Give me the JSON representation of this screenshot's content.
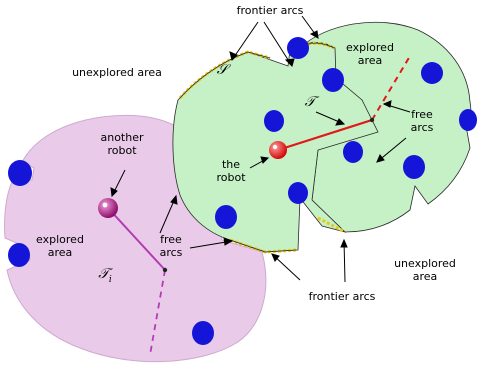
{
  "labels": {
    "frontier_arcs_top": "frontier arcs",
    "frontier_arcs_bottom": "frontier arcs",
    "explored_area_right": [
      "explored",
      "area"
    ],
    "explored_area_left": [
      "explored",
      "area"
    ],
    "unexplored_area_top": "unexplored area",
    "unexplored_area_right": [
      "unexplored",
      "area"
    ],
    "another_robot": [
      "another",
      "robot"
    ],
    "the_robot": [
      "the",
      "robot"
    ],
    "free_arcs_right": [
      "free",
      "arcs"
    ],
    "free_arcs_center": [
      "free",
      "arcs"
    ],
    "symbol_S": "𝒮",
    "symbol_T": "𝒯",
    "symbol_Ti_main": "𝒯",
    "symbol_Ti_sub": "i"
  },
  "colors": {
    "pink_region": "#e9cbe9",
    "green_region": "#c6f1c6",
    "obstacle": "#1515d8",
    "robot_red": "#ee1111",
    "robot_magenta": "#aa1788",
    "frontier": "#e8c81a",
    "trajectory_red": "#e01818",
    "trajectory_magenta": "#b33cb3"
  }
}
